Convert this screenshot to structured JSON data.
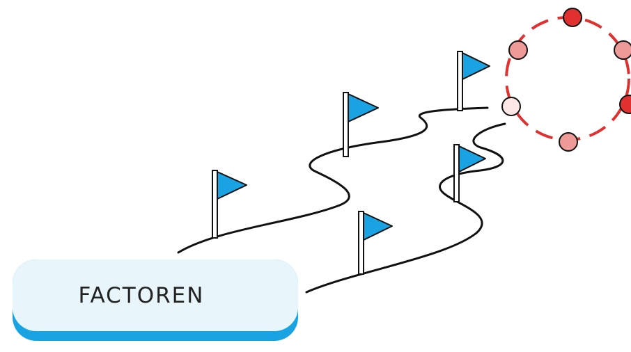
{
  "label": {
    "text": "FACTOREN"
  },
  "colors": {
    "flag": "#1aa3e3",
    "path_line": "#111111",
    "ring": "#e03030",
    "button_face": "#e8f5fb",
    "button_shadow": "#1aa3e3",
    "dot_dark": "#e03030",
    "dot_mid": "#ee9a98",
    "dot_light": "#fde8e6"
  },
  "icons": [
    "flag-icon",
    "winding-path",
    "dot-ring"
  ]
}
